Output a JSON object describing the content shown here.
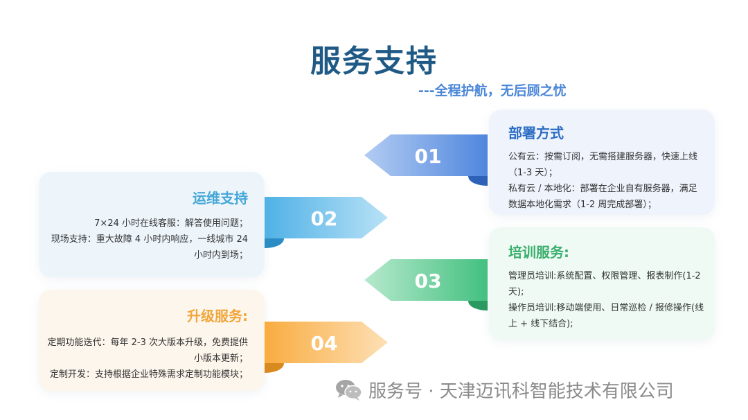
{
  "title": "服务支持",
  "subtitle": "---全程护航，无后顾之忧",
  "items": [
    {
      "number": "01",
      "heading": "部署方式",
      "lines": [
        "公有云：按需订阅，无需搭建服务器，快速上线（1-3 天）；",
        "私有云 / 本地化：部署在企业自有服务器，满足数据本地化需求（1-2 周完成部署）；"
      ],
      "color": "#4f86dd"
    },
    {
      "number": "02",
      "heading": "运维支持",
      "lines": [
        "7×24 小时在线客服：解答使用问题；",
        "现场支持：重大故障 4 小时内响应，一线城市 24 小时内到场；"
      ],
      "color": "#4fb1e6"
    },
    {
      "number": "03",
      "heading": "培训服务:",
      "lines": [
        "管理员培训:系统配置、权限管理、报表制作(1-2 天);",
        "操作员培训:移动端使用、日常巡检 / 报修操作(线上 + 线下结合);"
      ],
      "color": "#43c080"
    },
    {
      "number": "04",
      "heading": "升级服务:",
      "lines": [
        "定期功能迭代：每年 2-3 次大版本升级，免费提供小版本更新；",
        "定制开发：支持根据企业特殊需求定制功能模块；"
      ],
      "color": "#f9ac40"
    }
  ],
  "watermark": "服务号 · 天津迈讯科智能技术有限公司"
}
